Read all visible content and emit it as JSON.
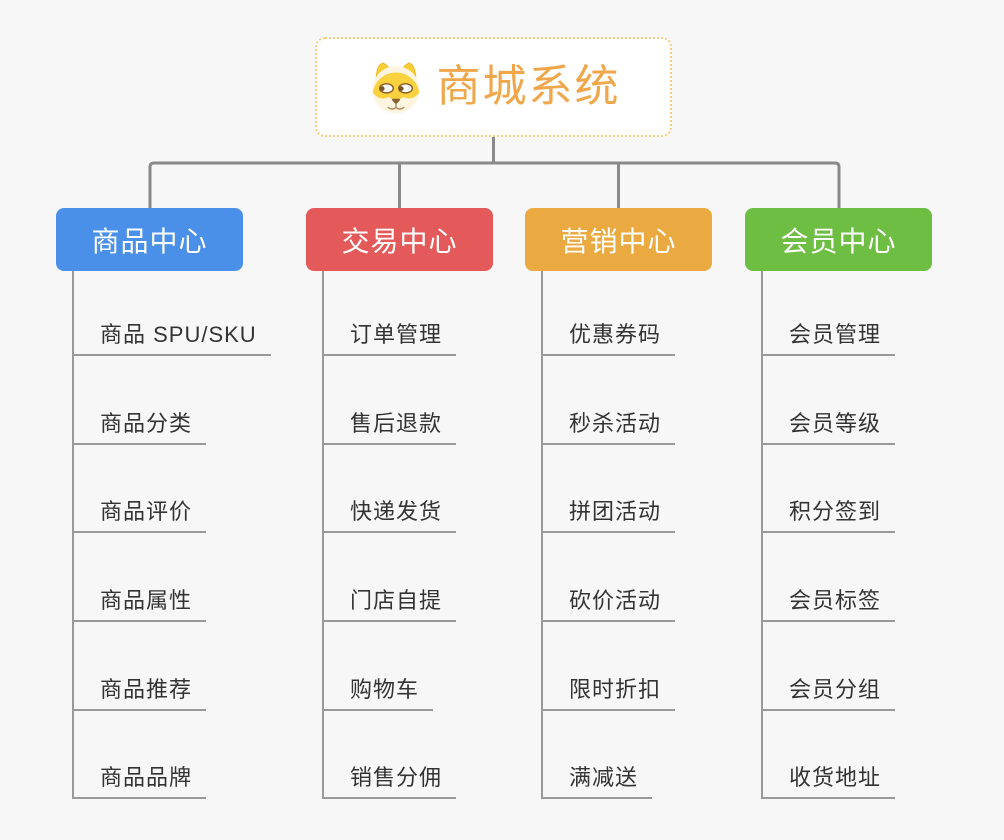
{
  "root": {
    "title": "商城系统",
    "icon": "dog-face-icon"
  },
  "branches": [
    {
      "label": "商品中心",
      "color": "#4a90e8",
      "items": [
        "商品 SPU/SKU",
        "商品分类",
        "商品评价",
        "商品属性",
        "商品推荐",
        "商品品牌"
      ]
    },
    {
      "label": "交易中心",
      "color": "#e45a5a",
      "items": [
        "订单管理",
        "售后退款",
        "快递发货",
        "门店自提",
        "购物车",
        "销售分佣"
      ]
    },
    {
      "label": "营销中心",
      "color": "#ebaa41",
      "items": [
        "优惠券码",
        "秒杀活动",
        "拼团活动",
        "砍价活动",
        "限时折扣",
        "满减送"
      ]
    },
    {
      "label": "会员中心",
      "color": "#6fbe44",
      "items": [
        "会员管理",
        "会员等级",
        "积分签到",
        "会员标签",
        "会员分组",
        "收货地址"
      ]
    }
  ],
  "colors": {
    "background": "#f7f7f7",
    "connector": "#8a8a8a",
    "leaf_line": "#999999",
    "leaf_text": "#333333",
    "root_border": "#f6cb80",
    "root_title": "#f0a64a"
  }
}
